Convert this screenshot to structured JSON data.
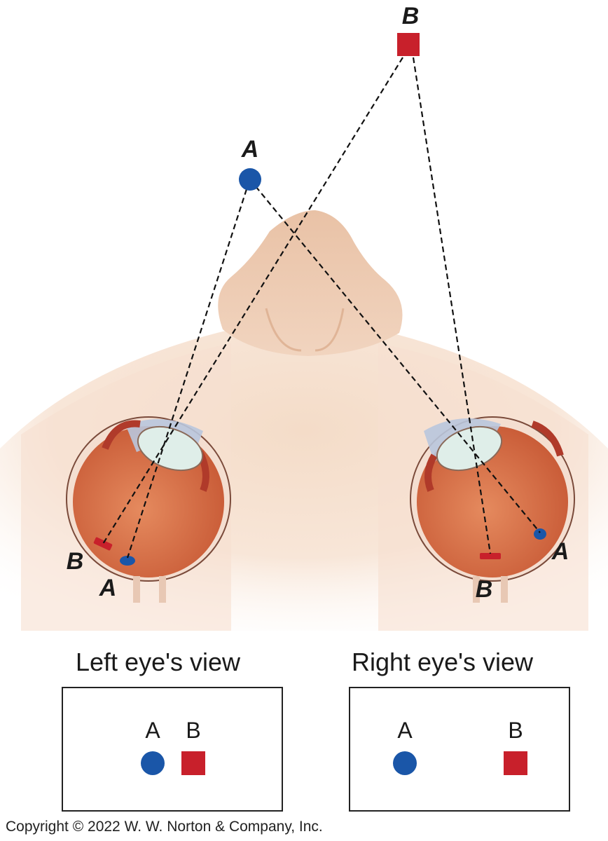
{
  "colors": {
    "object_a": "#1a56a8",
    "object_b": "#c8202b",
    "skin": "#f2d6bf",
    "eye_interior": "#d9734a",
    "lens": "#dfeee9",
    "cornea": "#b9c6dd"
  },
  "scene": {
    "object_a_label": "A",
    "object_b_label": "B",
    "left_eye": {
      "retina_b_label": "B",
      "retina_a_label": "A"
    },
    "right_eye": {
      "retina_a_label": "A",
      "retina_b_label": "B"
    }
  },
  "left_view": {
    "title": "Left eye's view",
    "label_a": "A",
    "label_b": "B"
  },
  "right_view": {
    "title": "Right eye's view",
    "label_a": "A",
    "label_b": "B"
  },
  "copyright": "Copyright © 2022 W. W. Norton & Company, Inc."
}
